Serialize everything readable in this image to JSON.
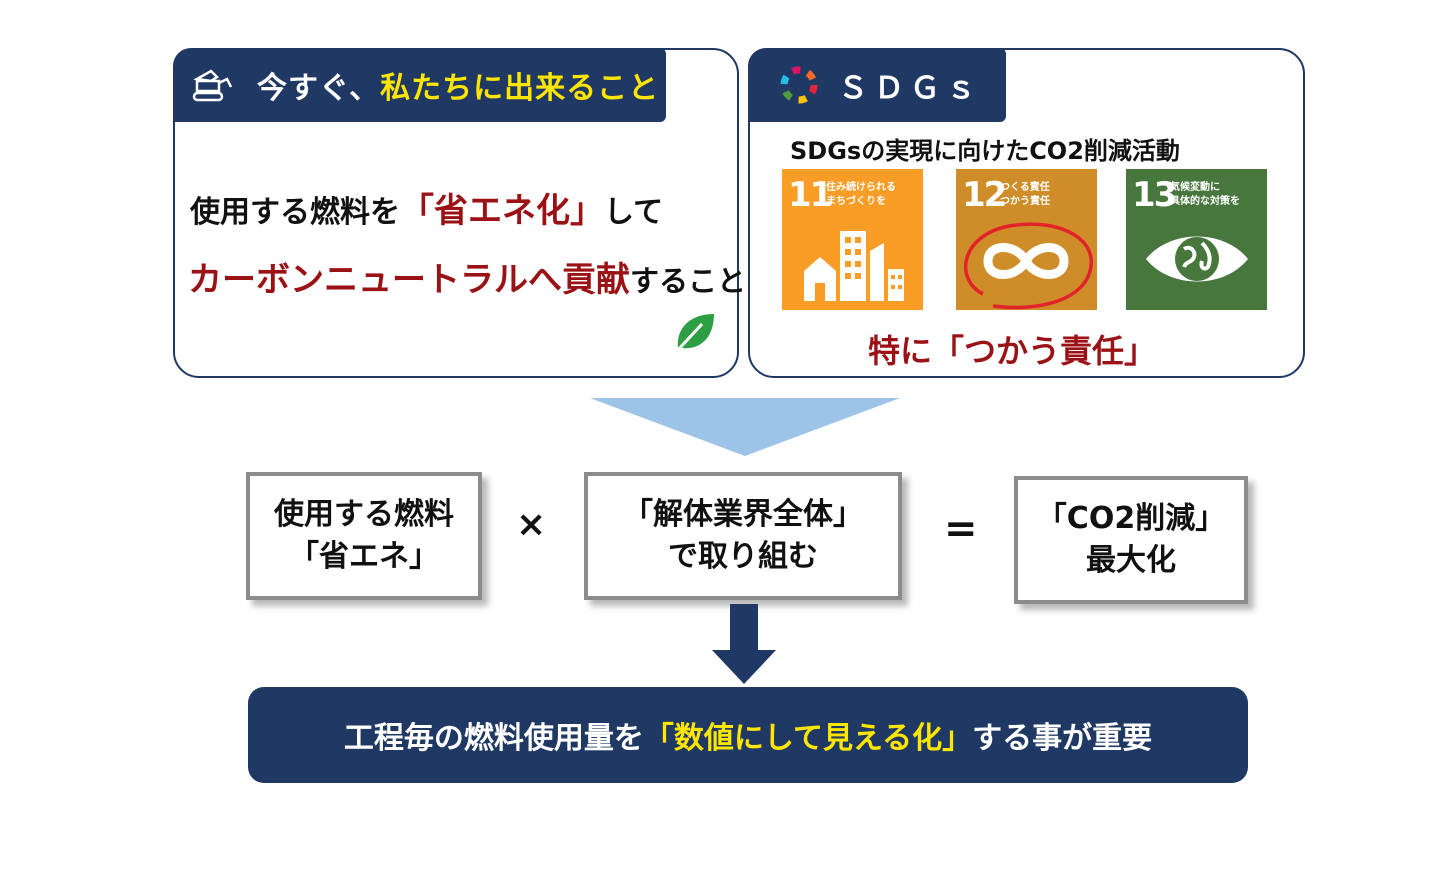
{
  "left_panel": {
    "tab_prefix": "今すぐ、",
    "tab_highlight": "私たちに出来ること",
    "tab_icon": "excavator-icon",
    "line1_a": "使用する燃料を",
    "line1_b": "「省エネ化」",
    "line1_c": "して",
    "line2_a": "カーボンニュートラルへ貢献",
    "line2_b": "すること",
    "leaf_icon": "leaf-icon"
  },
  "right_panel": {
    "tab_title": "ＳＤＧｓ",
    "tab_icon": "sdgs-wheel-icon",
    "subtitle": "SDGsの実現に向けたCO2削減活動",
    "goals": [
      {
        "number": "11",
        "label1": "住み続けられる",
        "label2": "まちづくりを",
        "color": "#f99d26",
        "icon": "city-icon"
      },
      {
        "number": "12",
        "label1": "つくる責任",
        "label2": "つかう責任",
        "color": "#cf8d2a",
        "icon": "infinity-icon"
      },
      {
        "number": "13",
        "label1": "気候変動に",
        "label2": "具体的な対策を",
        "color": "#48773e",
        "icon": "eye-globe-icon"
      }
    ],
    "emphasis": "特に「つかう責任」"
  },
  "equation": {
    "box1_line1": "使用する燃料",
    "box1_line2": "「省エネ」",
    "times": "×",
    "box2_line1": "「解体業界全体」",
    "box2_line2": "で取り組む",
    "equals": "=",
    "box3_line1": "「CO2削減」",
    "box3_line2": "最大化"
  },
  "banner": {
    "prefix": "工程毎の燃料使用量を",
    "highlight": "「数値にして見える化」",
    "suffix": "する事が重要"
  },
  "colors": {
    "navy": "#1f3864",
    "dark_red": "#9b1216",
    "yellow": "#ffe600",
    "triangle": "#9dc3e6",
    "leaf": "#2e9e44"
  }
}
